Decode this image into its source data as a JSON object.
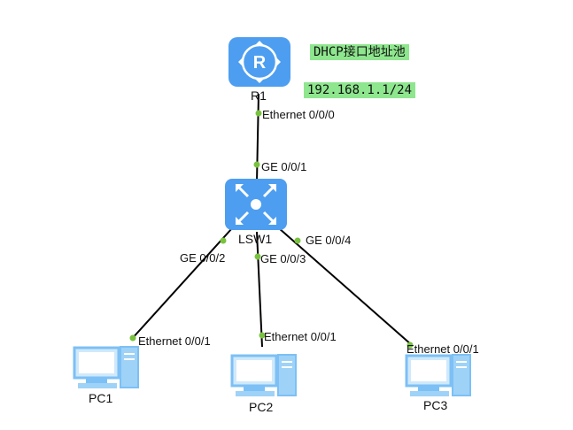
{
  "notes": {
    "pool": "DHCP接口地址池",
    "subnet": "192.168.1.1/24"
  },
  "devices": {
    "router": "R1",
    "switch": "LSW1",
    "pc1": "PC1",
    "pc2": "PC2",
    "pc3": "PC3"
  },
  "ports": {
    "r1_eth": "Ethernet 0/0/0",
    "sw_ge1": "GE 0/0/1",
    "sw_ge2": "GE 0/0/2",
    "sw_ge3": "GE 0/0/3",
    "sw_ge4": "GE 0/0/4",
    "pc1_eth": "Ethernet 0/0/1",
    "pc2_eth": "Ethernet 0/0/1",
    "pc3_eth": "Ethernet 0/0/1"
  },
  "colors": {
    "device": "#4d9ef0",
    "pc": "#7cc0f5",
    "port_dot": "#79c23f",
    "note_bg": "#8ee68e",
    "link": "#000000"
  },
  "icons": {
    "router": "router-icon",
    "switch": "switch-icon",
    "pc": "pc-icon"
  }
}
